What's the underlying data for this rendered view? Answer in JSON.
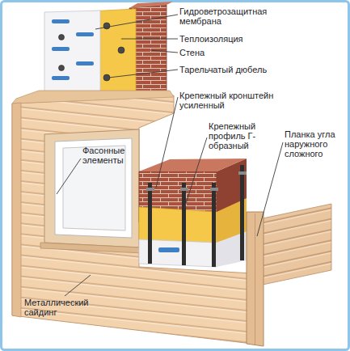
{
  "diagram": {
    "labels": [
      "Гидроветрозащитная мембрана",
      "Теплоизоляция",
      "Стена",
      "Тарельчатый дюбель",
      "Крепежный кронштейн усиленный",
      "Фасонные элементы",
      "Крепежный профиль Г-образный",
      "Планка угла наружного сложного",
      "Металлический сайдинг"
    ]
  }
}
